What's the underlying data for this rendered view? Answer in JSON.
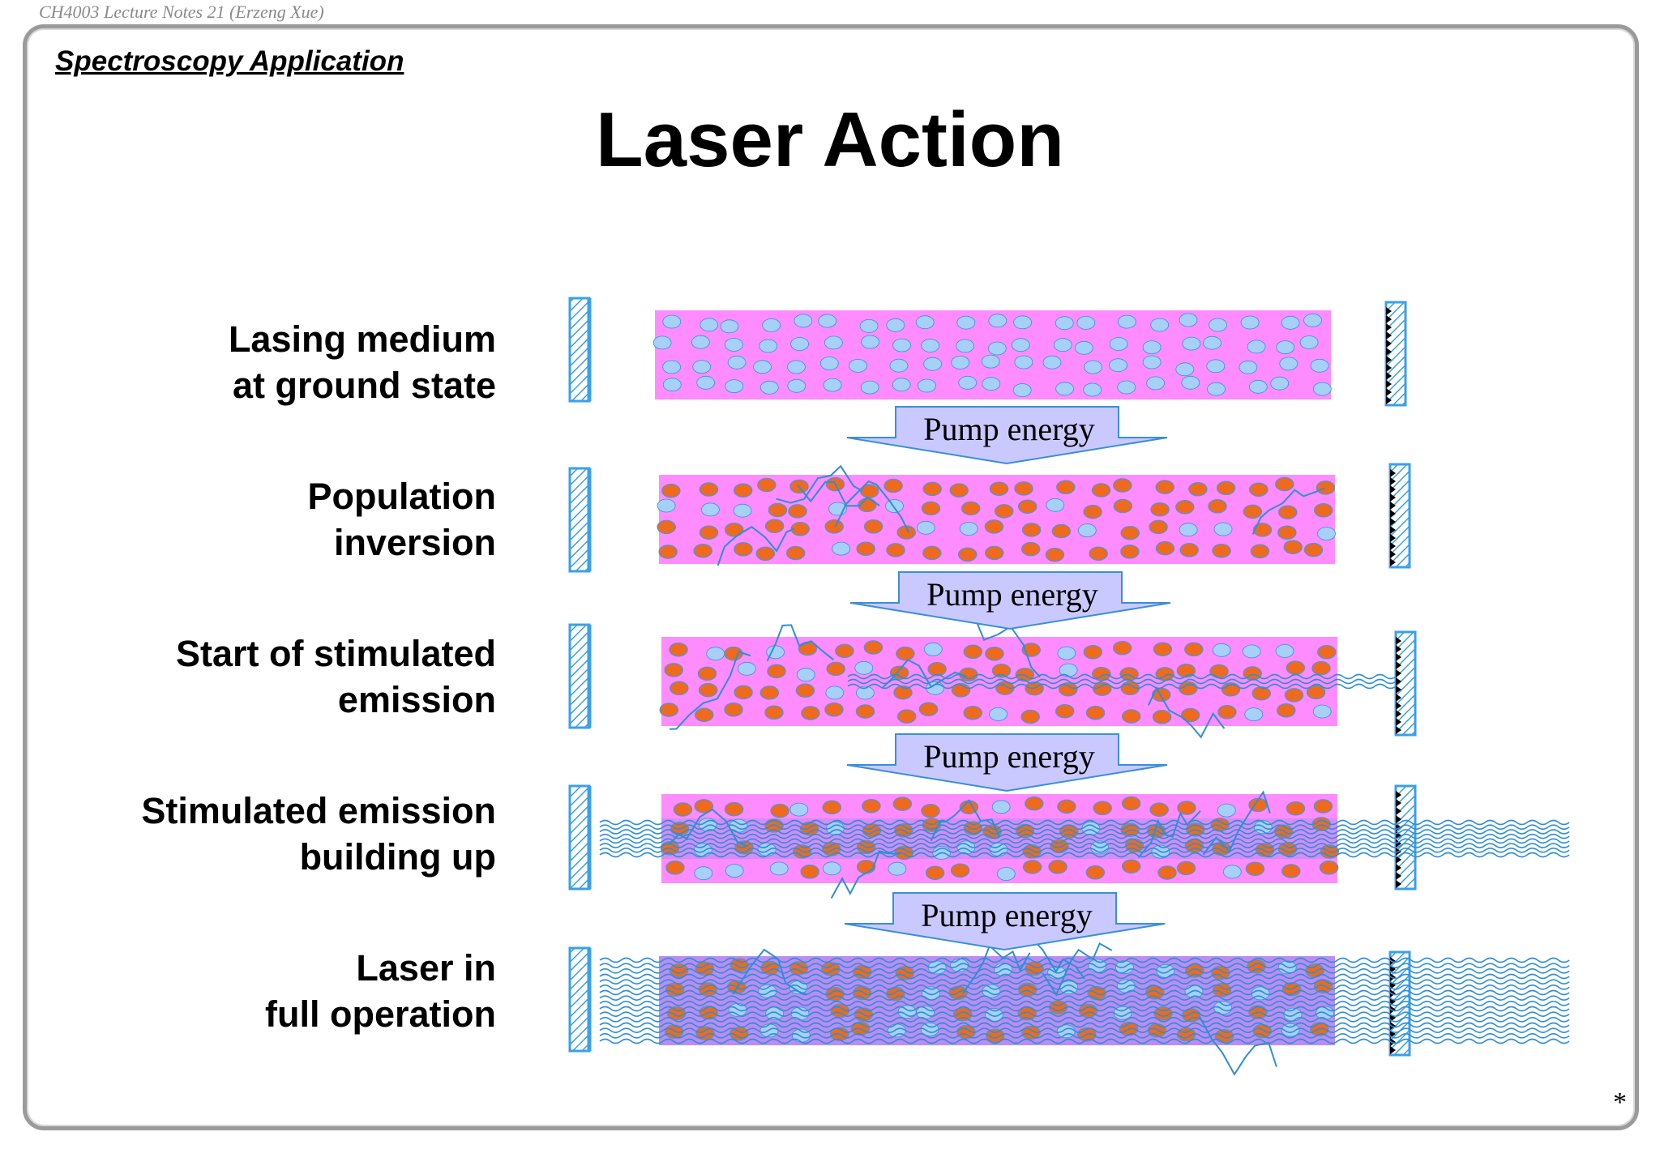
{
  "header_note": "CH4003 Lecture Notes 21 (Erzeng Xue)",
  "section": "Spectroscopy Application",
  "title": "Laser Action",
  "stages": [
    {
      "line1": "Lasing medium",
      "line2": "at ground state",
      "excited_fraction": 0.0,
      "beam_level": 0
    },
    {
      "line1": "Population",
      "line2": "inversion",
      "excited_fraction": 0.8,
      "beam_level": 0
    },
    {
      "line1": "Start of stimulated",
      "line2": "emission",
      "excited_fraction": 0.78,
      "beam_level": 1
    },
    {
      "line1": "Stimulated emission",
      "line2": "building up",
      "excited_fraction": 0.72,
      "beam_level": 2
    },
    {
      "line1": "Laser in",
      "line2": "full operation",
      "excited_fraction": 0.65,
      "beam_level": 3
    }
  ],
  "pump_label": "Pump energy",
  "footnote": "*",
  "colors": {
    "medium": "#ff8cff",
    "medium_lasing": "#b08cf0",
    "ground_atom": "#a6d0f6",
    "excited_atom": "#ef6a1c",
    "atom_edge": "#3a8fd8",
    "photon": "#2f8ed6",
    "mirror": "#3aa0e8",
    "arrow_fill": "#c9c9ff"
  }
}
